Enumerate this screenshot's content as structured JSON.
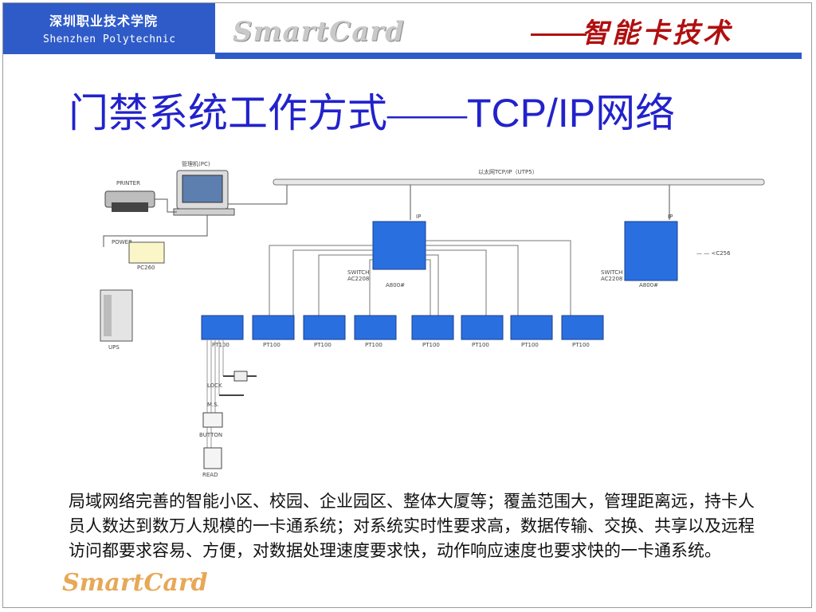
{
  "header": {
    "school_cn": "深圳职业技术学院",
    "school_en": "Shenzhen Polytechnic",
    "brand_en": "SmartCard",
    "brand_cn": "智能卡技术"
  },
  "slide": {
    "title_cn": "门禁系统工作方式——",
    "title_en": "TCP/IP",
    "title_cn2": "网络",
    "body": "局域网络完善的智能小区、校园、企业园区、整体大厦等；覆盖范围大，管理距离远，持卡人员人数达到数万人规模的一卡通系统；对系统实时性要求高，数据传输、交换、共享以及远程访问都要求容易、方便，对数据处理速度要求快，动作响应速度也要求快的一卡通系统。",
    "watermark": "SmartCard"
  },
  "diagram": {
    "pc_label": "管理机(PC)",
    "printer_label": "PRINTER",
    "network_label": "以太网TCP/IP（UTP5）",
    "pc_port_label": "POWER",
    "pc_device_label": "PC260",
    "ups_label": "UPS",
    "ip_label": "IP",
    "switch_label": "SWITCH",
    "switch_model": "AC2208",
    "a800_label": "A800#",
    "more_label": "— — <C256",
    "pt_label": "PT100",
    "lock_label": "LOCK",
    "ms_label": "M.S.",
    "button_label": "BUTTON",
    "read_label": "READ"
  },
  "colors": {
    "accent_blue": "#2f5bc9",
    "title_blue": "#2222cc",
    "brand_red": "#b01010",
    "device_blue": "#2a6fe0"
  }
}
